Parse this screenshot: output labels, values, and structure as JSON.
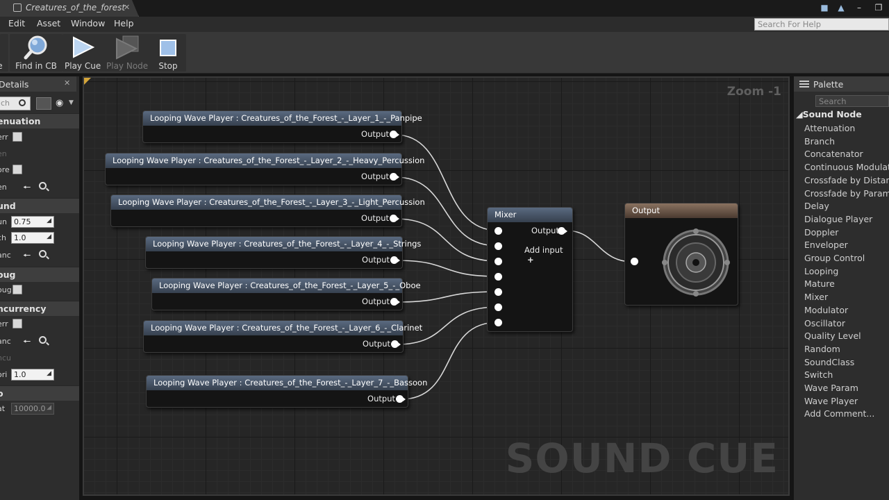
{
  "window": {
    "tab_title": "Creatures_of_the_forest",
    "tab_close": "✕"
  },
  "menu": {
    "items": [
      "Edit",
      "Asset",
      "Window",
      "Help"
    ],
    "help_search_placeholder": "Search For Help"
  },
  "toolbar": {
    "buttons": [
      {
        "label": "e",
        "icon": "save-icon",
        "enabled": true
      },
      {
        "label": "Find in CB",
        "icon": "find-in-cb-icon",
        "enabled": true
      },
      {
        "label": "Play Cue",
        "icon": "play-icon",
        "enabled": true
      },
      {
        "label": "Play Node",
        "icon": "play-node-icon",
        "enabled": false
      },
      {
        "label": "Stop",
        "icon": "stop-icon",
        "enabled": true
      }
    ]
  },
  "details": {
    "tab_label": "Details",
    "search_placeholder": "ch",
    "categories": [
      {
        "label": "enuation"
      },
      {
        "label": "und"
      },
      {
        "label": "oug"
      },
      {
        "label": "ncurrency"
      },
      {
        "label": "o"
      }
    ],
    "props": {
      "att_override": "err",
      "att_dim": "en",
      "att_ignore": "ore",
      "att_asset": "en",
      "volume_label": "un",
      "volume_value": "0.75",
      "pitch_label": "ch",
      "pitch_value": "1.0",
      "sound_class": "anc",
      "debug_label": "oug",
      "conc_override": "err",
      "conc_asset": "anc",
      "conc_dim": "ncu",
      "priority_label": "ori",
      "priority_value": "1.0",
      "max_label": "at",
      "max_value": "10000.0"
    }
  },
  "graph": {
    "zoom": "Zoom -1",
    "watermark": "SOUND CUE",
    "wave_players": [
      {
        "title": "Looping Wave Player : Creatures_of_the_Forest_-_Layer_1_-_Panpipe",
        "output": "Output"
      },
      {
        "title": "Looping Wave Player : Creatures_of_the_Forest_-_Layer_2_-_Heavy_Percussion",
        "output": "Output"
      },
      {
        "title": "Looping Wave Player : Creatures_of_the_Forest_-_Layer_3_-_Light_Percussion",
        "output": "Output"
      },
      {
        "title": "Looping Wave Player : Creatures_of_the_Forest_-_Layer_4_-_Strings",
        "output": "Output"
      },
      {
        "title": "Looping Wave Player : Creatures_of_the_Forest_-_Layer_5_-_Oboe",
        "output": "Output"
      },
      {
        "title": "Looping Wave Player : Creatures_of_the_Forest_-_Layer_6_-_Clarinet",
        "output": "Output"
      },
      {
        "title": "Looping Wave Player : Creatures_of_the_Forest_-_Layer_7_-_Bassoon",
        "output": "Output"
      }
    ],
    "mixer": {
      "title": "Mixer",
      "output": "Output",
      "add_input": "Add input",
      "add_icon": "+"
    },
    "output_node": {
      "title": "Output"
    }
  },
  "palette": {
    "tab_label": "Palette",
    "search_placeholder": "Search",
    "category": "Sound Node",
    "items": [
      "Attenuation",
      "Branch",
      "Concatenator",
      "Continuous Modulator",
      "Crossfade by Distance",
      "Crossfade by Param",
      "Delay",
      "Dialogue Player",
      "Doppler",
      "Enveloper",
      "Group Control",
      "Looping",
      "Mature",
      "Mixer",
      "Modulator",
      "Oscillator",
      "Quality Level",
      "Random",
      "SoundClass",
      "Switch",
      "Wave Param",
      "Wave Player",
      "Add Comment..."
    ]
  }
}
